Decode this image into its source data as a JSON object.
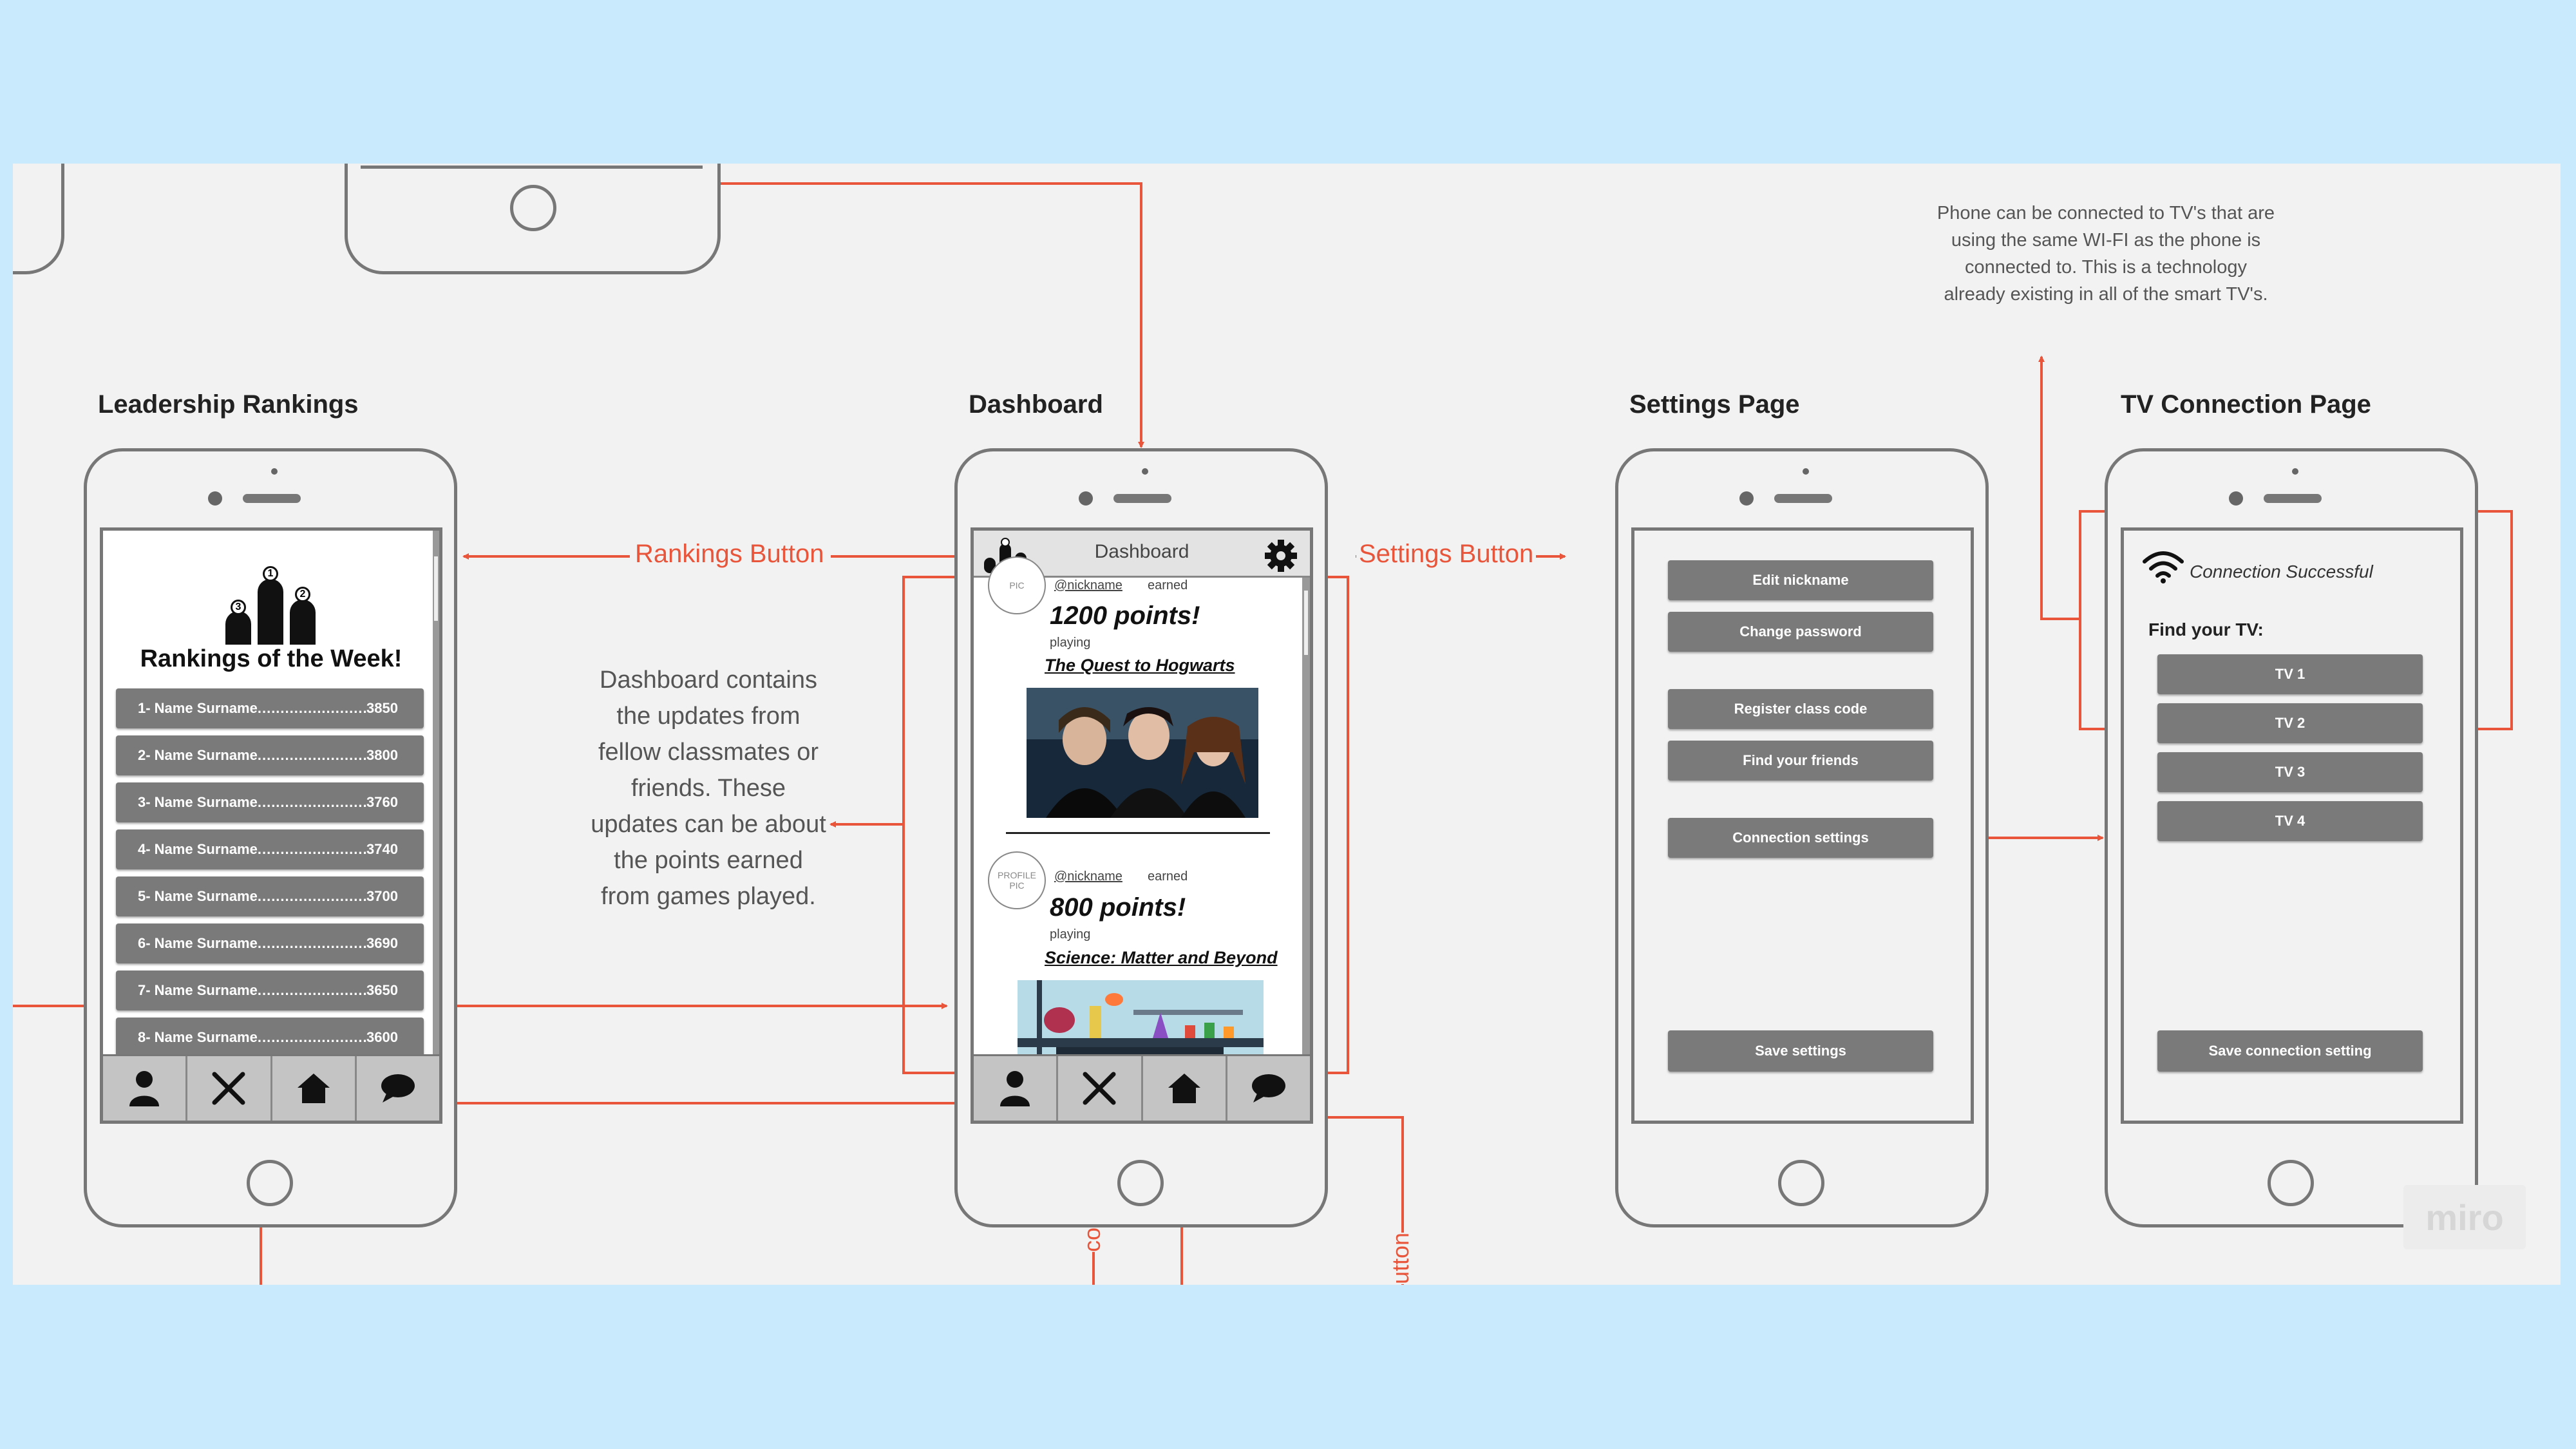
{
  "titles": {
    "leadership": "Leadership Rankings",
    "dashboard": "Dashboard",
    "settings": "Settings Page",
    "tv": "TV Connection Page"
  },
  "connector_labels": {
    "rankings": "Rankings Button",
    "settings": "Settings Button",
    "bottom_con": "con",
    "bottom_utton": "utton"
  },
  "notes": {
    "dashboard_note": "Dashboard contains the updates from fellow classmates or friends. These updates can be about the points earned from games played.",
    "tv_note": "Phone can be connected to TV's that are using the same WI-FI as the phone is connected to. This is a technology already existing in all of the smart TV's."
  },
  "rankings": {
    "heading": "Rankings of the Week!",
    "podium": [
      "3",
      "1",
      "2"
    ],
    "rows": [
      {
        "name": "1- Name Surname",
        "score": "3850"
      },
      {
        "name": "2- Name Surname",
        "score": "3800"
      },
      {
        "name": "3- Name Surname",
        "score": "3760"
      },
      {
        "name": "4- Name Surname",
        "score": "3740"
      },
      {
        "name": "5- Name Surname",
        "score": "3700"
      },
      {
        "name": "6- Name Surname",
        "score": "3690"
      },
      {
        "name": "7- Name Surname",
        "score": "3650"
      },
      {
        "name": "8- Name Surname",
        "score": "3600"
      }
    ],
    "dots": "..............................................................."
  },
  "dashboard_screen": {
    "header": "Dashboard",
    "post1": {
      "avatar": "PIC",
      "nickname": "@nickname",
      "earned": "earned",
      "points": "1200 points!",
      "playing": "playing",
      "game": "The Quest to Hogwarts"
    },
    "post2": {
      "avatar": "PROFILE PIC",
      "nickname": "@nickname",
      "earned": "earned",
      "points": "800 points!",
      "playing": "playing",
      "game": "Science: Matter and Beyond"
    }
  },
  "settings_screen": {
    "buttons": [
      "Edit nickname",
      "Change password",
      "Register class code",
      "Find your friends",
      "Connection settings"
    ],
    "save": "Save settings"
  },
  "tv_screen": {
    "status": "Connection Successful",
    "find": "Find your TV:",
    "tvs": [
      "TV 1",
      "TV 2",
      "TV 3",
      "TV 4"
    ],
    "save": "Save connection setting"
  },
  "watermark": "miro",
  "colors": {
    "background": "#c8eafc",
    "board": "#f2f2f2",
    "connector": "#e8553a",
    "button": "#7a7a7a"
  }
}
